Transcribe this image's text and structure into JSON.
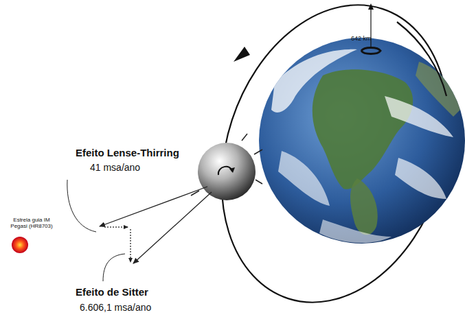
{
  "diagram": {
    "nodes": [
      {
        "text": [
          "Estrela guia IM Pegasi (HR8703)"
        ]
      }
    ],
    "labels": [
      "642 km",
      "Efeito Lense-Thirring",
      "41 msa/ano",
      "Efeito de Sitter",
      "6.606,1 msa/ano"
    ]
  }
}
